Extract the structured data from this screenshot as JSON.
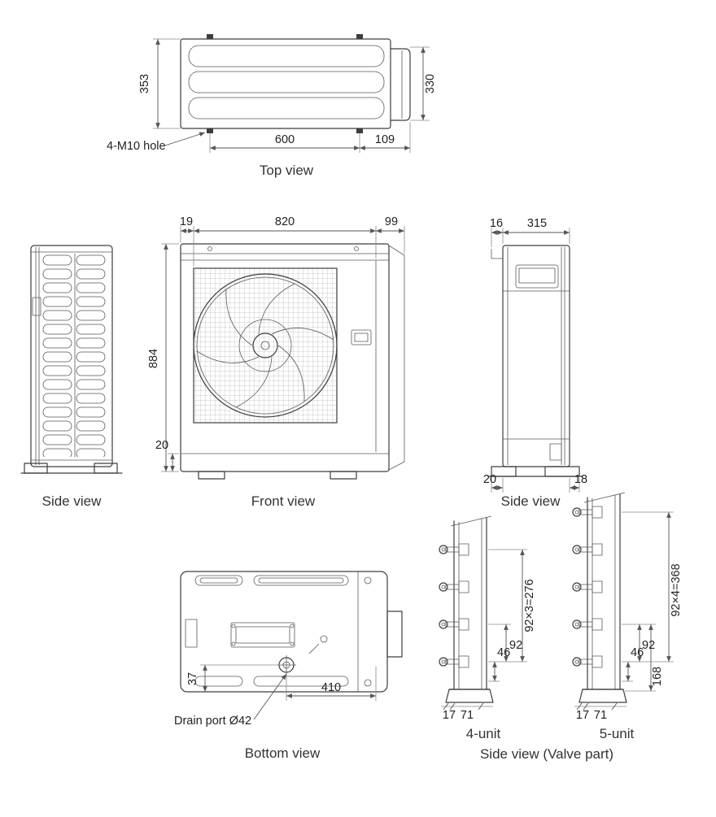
{
  "colors": {
    "ink": "#3d3d3d",
    "dim_line": "#555555",
    "background": "#ffffff"
  },
  "views": {
    "top": {
      "caption": "Top view",
      "dim_depth_left": "353",
      "dim_depth_right": "330",
      "dim_feet_span": "600",
      "dim_right_offset": "109",
      "note_hole": "4-M10 hole"
    },
    "side_left": {
      "caption": "Side view"
    },
    "front": {
      "caption": "Front view",
      "dim_left_offset": "19",
      "dim_width": "820",
      "dim_right_offset": "99",
      "dim_height": "884",
      "dim_base_height": "20"
    },
    "side_right": {
      "caption": "Side view",
      "dim_front_offset": "16",
      "dim_depth": "315",
      "dim_foot_front": "20",
      "dim_foot_rear": "18"
    },
    "bottom": {
      "caption": "Bottom view",
      "dim_drain_from_edge": "37",
      "dim_drain_span": "410",
      "note_drain": "Drain port Ø42"
    },
    "valve": {
      "caption": "Side view (Valve part)",
      "four_unit": {
        "caption": "4-unit",
        "dim_total": "92×3=276",
        "dim_pitch": "92",
        "dim_lowest": "46",
        "dim_foot_a": "17",
        "dim_foot_b": "71"
      },
      "five_unit": {
        "caption": "5-unit",
        "dim_total": "92×4=368",
        "dim_pitch": "92",
        "dim_lowest": "46",
        "dim_lower_section": "168",
        "dim_foot_a": "17",
        "dim_foot_b": "71"
      }
    }
  }
}
